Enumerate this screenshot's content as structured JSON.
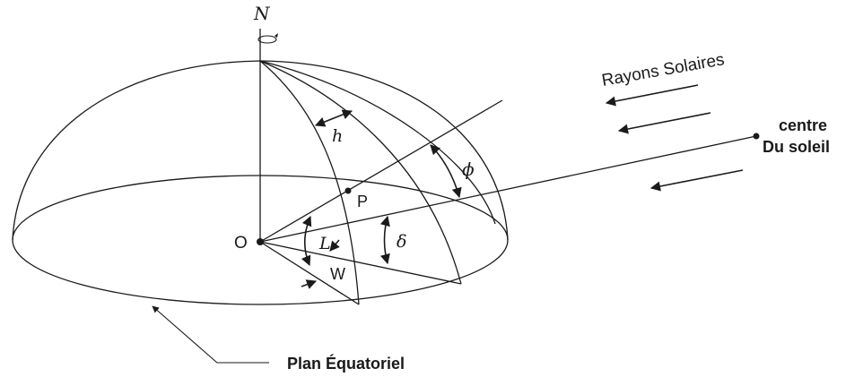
{
  "labels": {
    "north": "N",
    "hour_angle": "h",
    "phi": "ϕ",
    "point_p": "P",
    "origin": "O",
    "latitude": "L",
    "delta": "δ",
    "w": "W",
    "solar_rays": "Rayons Solaires",
    "sun_center_line1": "centre",
    "sun_center_line2": "Du soleil",
    "equatorial_plane": "Plan Équatoriel"
  }
}
